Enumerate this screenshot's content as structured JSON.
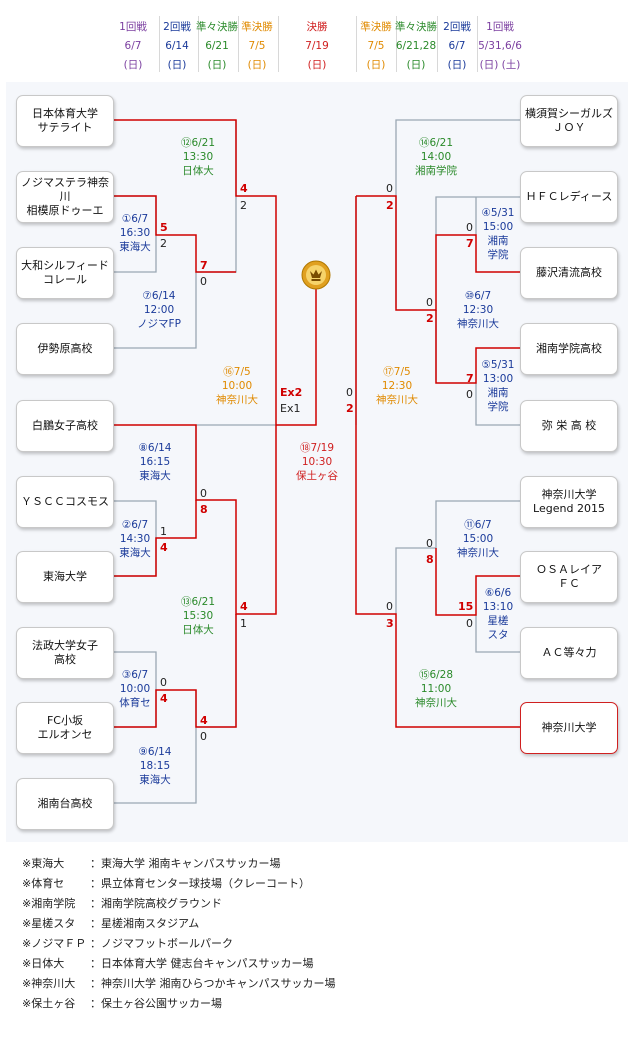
{
  "colors": {
    "line": "#9aa7b3",
    "win": "#d00000",
    "r1": "#7b3fa0",
    "r2": "#1a3a9a",
    "qf": "#2a8a2a",
    "sf": "#e08a00",
    "final": "#d02020"
  },
  "header": [
    {
      "round": "1回戦",
      "date": "6/7",
      "day": "(日)",
      "color": "#7b3fa0"
    },
    {
      "round": "2回戦",
      "date": "6/14",
      "day": "(日)",
      "color": "#1a3a9a"
    },
    {
      "round": "準々決勝",
      "date": "6/21",
      "day": "(日)",
      "color": "#2a8a2a"
    },
    {
      "round": "準決勝",
      "date": "7/5",
      "day": "(日)",
      "color": "#e08a00"
    },
    {
      "round": "決勝",
      "date": "7/19",
      "day": "(日)",
      "color": "#d02020"
    },
    {
      "round": "準決勝",
      "date": "7/5",
      "day": "(日)",
      "color": "#e08a00"
    },
    {
      "round": "準々決勝",
      "date": "6/21,28",
      "day": "(日)",
      "color": "#2a8a2a"
    },
    {
      "round": "2回戦",
      "date": "6/7",
      "day": "(日)",
      "color": "#1a3a9a"
    },
    {
      "round": "1回戦",
      "date": "5/31,6/6",
      "day": "(日) (土)",
      "color": "#7b3fa0"
    }
  ],
  "teams": [
    {
      "name": "日本体育大学\nサテライト"
    },
    {
      "name": "ノジマステラ神奈川\n相模原ドゥーエ"
    },
    {
      "name": "大和シルフィード\nコレール"
    },
    {
      "name": "伊勢原高校"
    },
    {
      "name": "白鵬女子高校"
    },
    {
      "name": "ＹＳＣＣコスモス"
    },
    {
      "name": "東海大学"
    },
    {
      "name": "法政大学女子\n高校"
    },
    {
      "name": "FC小坂\nエルオンセ"
    },
    {
      "name": "湘南台高校"
    },
    {
      "name": "横須賀シーガルズ\nＪＯＹ"
    },
    {
      "name": "ＨＦＣレディース"
    },
    {
      "name": "藤沢清流高校"
    },
    {
      "name": "湘南学院高校"
    },
    {
      "name": "弥 栄 高 校"
    },
    {
      "name": "神奈川大学\nLegend 2015"
    },
    {
      "name": "ＯＳＡレイア\nＦＣ"
    },
    {
      "name": "ＡＣ等々力"
    },
    {
      "name": "神奈川大学"
    }
  ],
  "matches": [
    {
      "no": "⑫6/21",
      "time": "13:30",
      "venue": "日体大",
      "color": "#2a8a2a"
    },
    {
      "no": "①6/7",
      "time": "16:30",
      "venue": "東海大",
      "color": "#1a3a9a"
    },
    {
      "no": "⑦6/14",
      "time": "12:00",
      "venue": "ノジマFP",
      "color": "#1a3a9a"
    },
    {
      "no": "⑯7/5",
      "time": "10:00",
      "venue": "神奈川大",
      "color": "#e08a00"
    },
    {
      "no": "⑧6/14",
      "time": "16:15",
      "venue": "東海大",
      "color": "#1a3a9a"
    },
    {
      "no": "②6/7",
      "time": "14:30",
      "venue": "東海大",
      "color": "#1a3a9a"
    },
    {
      "no": "⑬6/21",
      "time": "15:30",
      "venue": "日体大",
      "color": "#2a8a2a"
    },
    {
      "no": "③6/7",
      "time": "10:00",
      "venue": "体育セ",
      "color": "#1a3a9a"
    },
    {
      "no": "⑨6/14",
      "time": "18:15",
      "venue": "東海大",
      "color": "#1a3a9a"
    },
    {
      "no": "⑱7/19",
      "time": "10:30",
      "venue": "保土ヶ谷",
      "color": "#d02020"
    },
    {
      "no": "⑭6/21",
      "time": "14:00",
      "venue": "湘南学院",
      "color": "#2a8a2a"
    },
    {
      "no": "④5/31",
      "time": "15:00",
      "venue": "湘南\n学院",
      "color": "#1a3a9a"
    },
    {
      "no": "⑩6/7",
      "time": "12:30",
      "venue": "神奈川大",
      "color": "#1a3a9a"
    },
    {
      "no": "⑤5/31",
      "time": "13:00",
      "venue": "湘南\n学院",
      "color": "#1a3a9a"
    },
    {
      "no": "⑰7/5",
      "time": "12:30",
      "venue": "神奈川大",
      "color": "#e08a00"
    },
    {
      "no": "⑪6/7",
      "time": "15:00",
      "venue": "神奈川大",
      "color": "#1a3a9a"
    },
    {
      "no": "⑥6/6",
      "time": "13:10",
      "venue": "星槎\nスタ",
      "color": "#1a3a9a"
    },
    {
      "no": "⑮6/28",
      "time": "11:00",
      "venue": "神奈川大",
      "color": "#2a8a2a"
    }
  ],
  "scores": [
    {
      "v": "4",
      "win": true
    },
    {
      "v": "2",
      "win": false
    },
    {
      "v": "5",
      "win": true
    },
    {
      "v": "2",
      "win": false
    },
    {
      "v": "7",
      "win": true
    },
    {
      "v": "0",
      "win": false
    },
    {
      "v": "Ex2",
      "win": true
    },
    {
      "v": "Ex1",
      "win": false
    },
    {
      "v": "0",
      "win": false
    },
    {
      "v": "8",
      "win": true
    },
    {
      "v": "1",
      "win": false
    },
    {
      "v": "4",
      "win": true
    },
    {
      "v": "4",
      "win": true
    },
    {
      "v": "1",
      "win": false
    },
    {
      "v": "0",
      "win": false
    },
    {
      "v": "4",
      "win": true
    },
    {
      "v": "4",
      "win": true
    },
    {
      "v": "0",
      "win": false
    },
    {
      "v": "0",
      "win": false
    },
    {
      "v": "2",
      "win": true
    },
    {
      "v": "0",
      "win": false
    },
    {
      "v": "7",
      "win": true
    },
    {
      "v": "0",
      "win": false
    },
    {
      "v": "2",
      "win": true
    },
    {
      "v": "7",
      "win": true
    },
    {
      "v": "0",
      "win": false
    },
    {
      "v": "0",
      "win": false
    },
    {
      "v": "2",
      "win": true
    },
    {
      "v": "0",
      "win": false
    },
    {
      "v": "8",
      "win": true
    },
    {
      "v": "15",
      "win": true
    },
    {
      "v": "0",
      "win": false
    },
    {
      "v": "0",
      "win": false
    },
    {
      "v": "3",
      "win": true
    }
  ],
  "notes": [
    {
      "abbr": "※東海大",
      "text": "：東海大学 湘南キャンパスサッカー場"
    },
    {
      "abbr": "※体育セ",
      "text": "：県立体育センター球技場（クレーコート）"
    },
    {
      "abbr": "※湘南学院",
      "text": "：湘南学院高校グラウンド"
    },
    {
      "abbr": "※星槎スタ",
      "text": "：星槎湘南スタジアム"
    },
    {
      "abbr": "※ノジマＦＰ",
      "text": "：ノジマフットボールパーク"
    },
    {
      "abbr": "※日体大",
      "text": "：日本体育大学 健志台キャンパスサッカー場"
    },
    {
      "abbr": "※神奈川大",
      "text": "：神奈川大学 湘南ひらつかキャンパスサッカー場"
    },
    {
      "abbr": "※保土ヶ谷",
      "text": "：保土ヶ谷公園サッカー場"
    }
  ]
}
